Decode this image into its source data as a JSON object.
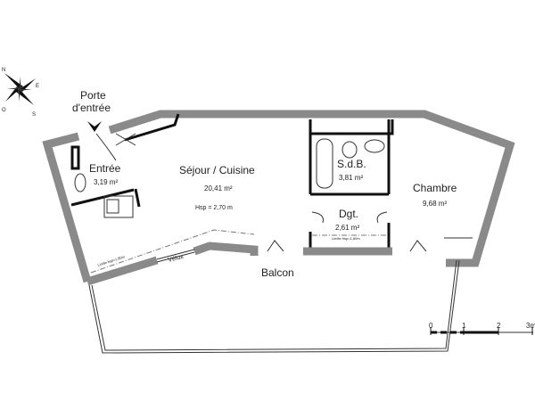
{
  "compass": {
    "n": "N",
    "e": "E",
    "s": "S",
    "o": "O"
  },
  "entrance": {
    "line1": "Porte",
    "line2": "d'entrée"
  },
  "rooms": [
    {
      "name": "Entrée",
      "area": "3,19 m²"
    },
    {
      "name": "Séjour / Cuisine",
      "area": "20,41 m²",
      "height": "Hsp = 2,70 m"
    },
    {
      "name": "S.d.B.",
      "area": "3,81 m²"
    },
    {
      "name": "Dgt.",
      "area": "2,61 m²"
    },
    {
      "name": "Chambre",
      "area": "9,68 m²"
    },
    {
      "name": "Balcon"
    }
  ],
  "notes": {
    "limit_left": "Limite hsp=1,80m",
    "velux": "Vélux",
    "limit_dgt": "Limite hsp=1,80m"
  },
  "scale": {
    "ticks": [
      "0",
      "1",
      "2",
      "3m"
    ]
  }
}
